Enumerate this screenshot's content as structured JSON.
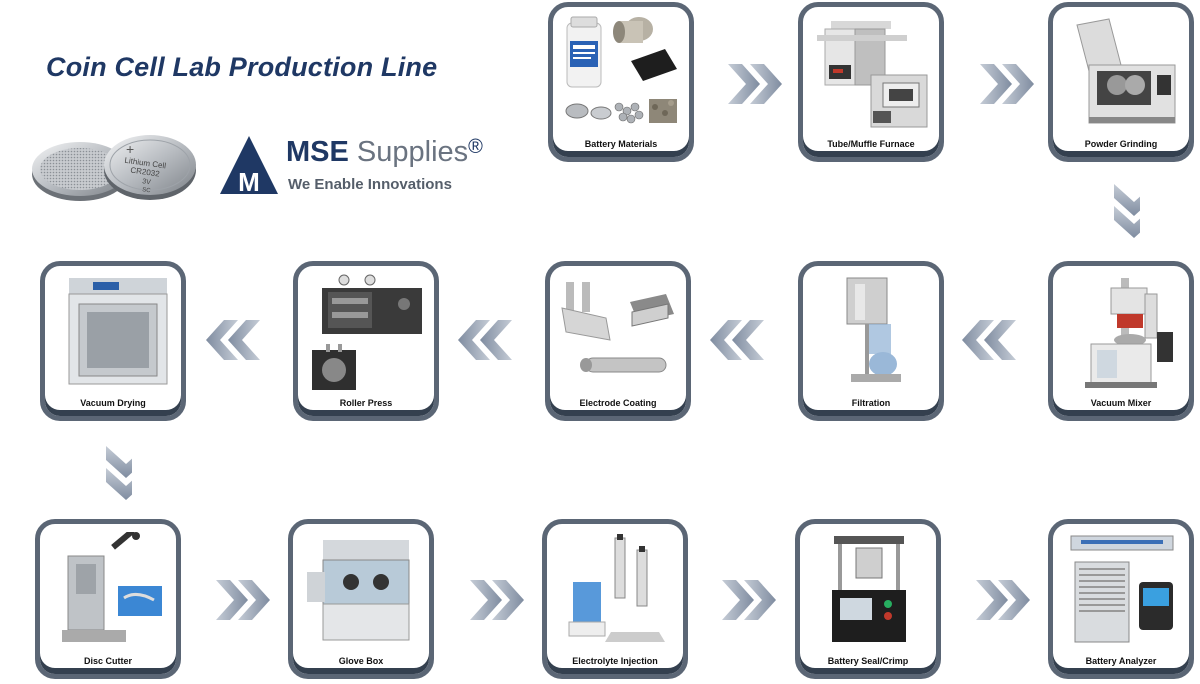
{
  "title": "Coin Cell Lab Production Line",
  "coin": {
    "line1": "Lithium Cell",
    "line2": "CR2032",
    "line3": "3V",
    "line4": "SC"
  },
  "logo": {
    "brand_bold": "MSE",
    "brand_rest": "Supplies",
    "registered": "®",
    "tagline": "We Enable Innovations",
    "mark": "M"
  },
  "steps": [
    {
      "label": "Battery Materials",
      "icon": "materials"
    },
    {
      "label": "Tube/Muffle Furnace",
      "icon": "furnace"
    },
    {
      "label": "Powder Grinding",
      "icon": "grinder"
    },
    {
      "label": "Vacuum Mixer",
      "icon": "mixer"
    },
    {
      "label": "Filtration",
      "icon": "filter"
    },
    {
      "label": "Electrode Coating",
      "icon": "coater"
    },
    {
      "label": "Roller Press",
      "icon": "press"
    },
    {
      "label": "Vacuum Drying",
      "icon": "oven"
    },
    {
      "label": "Disc Cutter",
      "icon": "cutter"
    },
    {
      "label": "Glove Box",
      "icon": "glovebox"
    },
    {
      "label": "Electrolyte Injection",
      "icon": "pipette"
    },
    {
      "label": "Battery Seal/Crimp",
      "icon": "crimper"
    },
    {
      "label": "Battery Analyzer",
      "icon": "analyzer"
    }
  ],
  "colors": {
    "title": "#1f3864",
    "card_border": "#5b6675",
    "arrow": "#9aa6b8",
    "logo_blue": "#1f3864",
    "logo_gray": "#6a7380"
  }
}
